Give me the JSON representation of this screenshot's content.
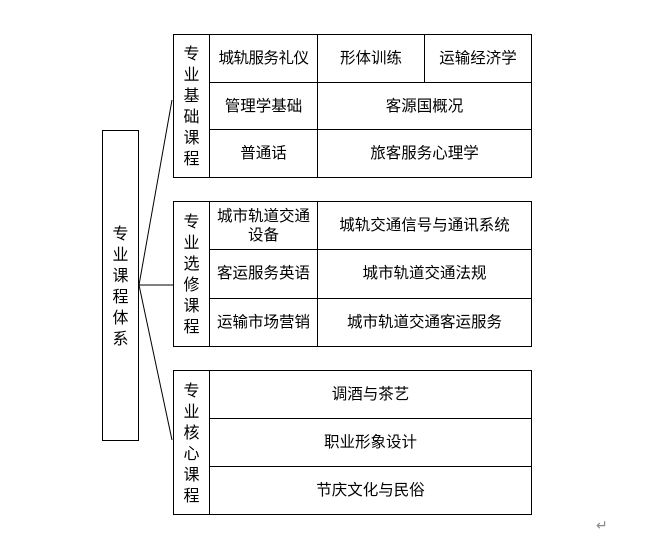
{
  "root": {
    "label": [
      "专",
      "业",
      "课",
      "程",
      "体",
      "系"
    ],
    "title": "专业课程体系"
  },
  "groups": [
    {
      "id": "foundation",
      "title": "专业基础课程",
      "label": [
        "专",
        "业",
        "基",
        "础",
        "课",
        "程"
      ],
      "rows": [
        [
          "城轨服务礼仪",
          "形体训练",
          "运输经济学"
        ],
        [
          "管理学基础",
          "客源国概况"
        ],
        [
          "普通话",
          "旅客服务心理学"
        ]
      ]
    },
    {
      "id": "elective",
      "title": "专业选修课程",
      "label": [
        "专",
        "业",
        "选",
        "修",
        "课",
        "程"
      ],
      "rows": [
        [
          "城市轨道交通设备",
          "城轨交通信号与通讯系统"
        ],
        [
          "客运服务英语",
          "城市轨道交通法规"
        ],
        [
          "运输市场营销",
          "城市轨道交通客运服务"
        ]
      ]
    },
    {
      "id": "core",
      "title": "专业核心课程",
      "label": [
        "专",
        "业",
        "核",
        "心",
        "课",
        "程"
      ],
      "rows": [
        [
          "调酒与茶艺"
        ],
        [
          "职业形象设计"
        ],
        [
          "节庆文化与民俗"
        ]
      ]
    }
  ],
  "paragraph_mark": "↵"
}
